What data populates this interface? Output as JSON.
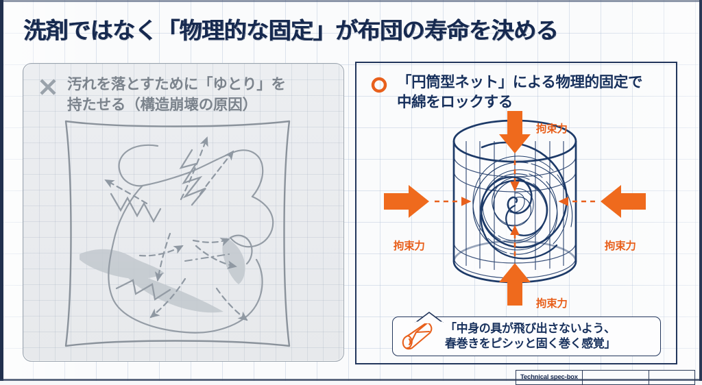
{
  "slide": {
    "title": "洗剤ではなく「物理的な固定」が布団の寿命を決める",
    "colors": {
      "navy": "#17305c",
      "orange": "#e8601c",
      "gray": "#7b838c",
      "paper": "#fafbfc"
    }
  },
  "left_panel": {
    "icon": "x-mark-icon",
    "heading_line1": "汚れを落とすために「ゆとり」を",
    "heading_line2": "持たせる（構造崩壊の原因）",
    "illustration": "collapsed-futon-illustration"
  },
  "right_panel": {
    "icon": "circle-o-icon",
    "heading_line1": "「円筒型ネット」による物理的固定で",
    "heading_line2": "中綿をロックする",
    "illustration": "cylindrical-net-diagram",
    "force_labels": [
      {
        "position": "top",
        "text": "拘束力"
      },
      {
        "position": "left",
        "text": "拘束力"
      },
      {
        "position": "right",
        "text": "拘束力"
      },
      {
        "position": "bottom",
        "text": "拘束力"
      }
    ],
    "callout": {
      "icon": "spring-roll-icon",
      "line1": "「中身の具が飛び出さないよう、",
      "line2": "春巻きをピシッと固く巻く感覚」"
    }
  },
  "spec_box": {
    "label": "Technical spec-box"
  }
}
